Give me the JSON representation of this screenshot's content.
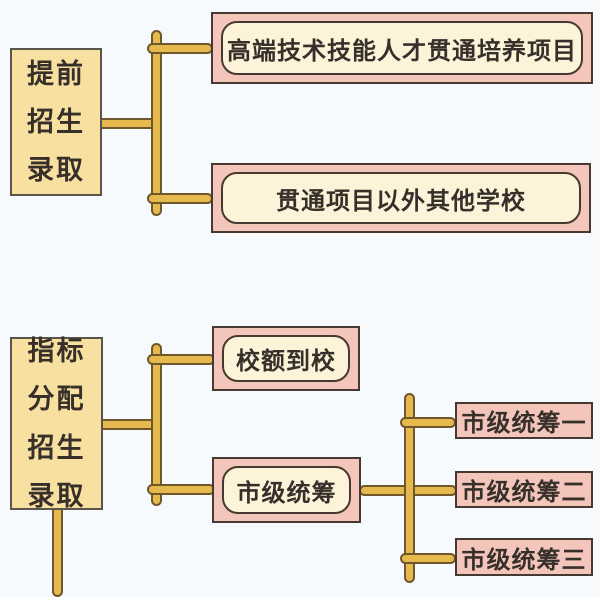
{
  "colors": {
    "background": "#f6fafd",
    "yellow_fill": "#f8e1a0",
    "yellow_border": "#59554d",
    "gold_fill": "#e5b94e",
    "gold_border": "#6e572a",
    "pink_fill": "#f4c5ba",
    "cream_fill": "#fcf3d9",
    "dark_border": "#463931",
    "text": "#37302a"
  },
  "nodes": {
    "early_admission": {
      "label": "提前\n招生\n录取"
    },
    "program": {
      "label": "高端技术技能人才贯通培养项目"
    },
    "other_schools": {
      "label": "贯通项目以外其他学校"
    },
    "quota_admission": {
      "label": "指标\n分配\n招生\n录取"
    },
    "school_quota": {
      "label": "校额到校"
    },
    "municipal": {
      "label": "市级统筹"
    },
    "municipal_1": {
      "label": "市级统筹一"
    },
    "municipal_2": {
      "label": "市级统筹二"
    },
    "municipal_3": {
      "label": "市级统筹三"
    }
  }
}
